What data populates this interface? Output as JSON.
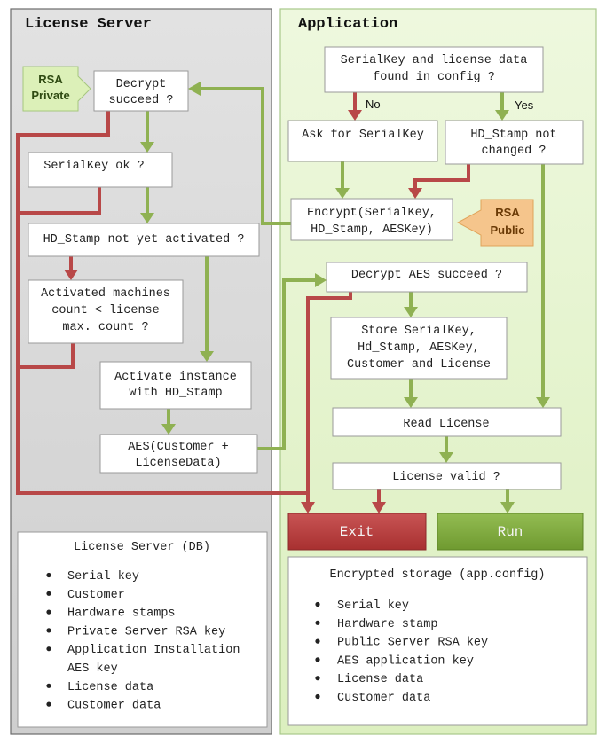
{
  "panels": {
    "server_title": "License Server",
    "app_title": "Application"
  },
  "keys": {
    "rsa_private": [
      "RSA",
      "Private"
    ],
    "rsa_public": [
      "RSA",
      "Public"
    ]
  },
  "nodes": {
    "decrypt_succeed": [
      "Decrypt",
      "succeed ?"
    ],
    "serialkey_ok": [
      "SerialKey ok ?"
    ],
    "hd_not_activated": [
      "HD_Stamp not yet activated ?"
    ],
    "activated_count": [
      "Activated machines",
      "count < license",
      "max. count ?"
    ],
    "activate_instance": [
      "Activate instance",
      "with HD_Stamp"
    ],
    "aes_customer": [
      "AES(Customer +",
      "LicenseData)"
    ],
    "found_in_config": [
      "SerialKey and license data",
      "found in config ?"
    ],
    "ask_serialkey": [
      "Ask for SerialKey"
    ],
    "hd_not_changed": [
      "HD_Stamp not",
      "changed ?"
    ],
    "encrypt": [
      "Encrypt(SerialKey,",
      "HD_Stamp, AESKey)"
    ],
    "decrypt_aes": [
      "Decrypt AES succeed ?"
    ],
    "store": [
      "Store SerialKey,",
      "Hd_Stamp, AESKey,",
      "Customer and License"
    ],
    "read_license": [
      "Read License"
    ],
    "license_valid": [
      "License valid ?"
    ]
  },
  "edge_labels": {
    "no": "No",
    "yes": "Yes"
  },
  "buttons": {
    "exit": "Exit",
    "run": "Run"
  },
  "server_db": {
    "title": "License Server (DB)",
    "items": [
      [
        "Serial key"
      ],
      [
        "Customer"
      ],
      [
        "Hardware stamps"
      ],
      [
        "Private Server RSA key"
      ],
      [
        "Application Installation",
        "AES key"
      ],
      [
        "License data"
      ],
      [
        "Customer data"
      ]
    ]
  },
  "app_storage": {
    "title": "Encrypted storage (app.config)",
    "items": [
      [
        "Serial key"
      ],
      [
        "Hardware stamp"
      ],
      [
        "Public Server RSA key"
      ],
      [
        "AES application key"
      ],
      [
        "License data"
      ],
      [
        "Customer data"
      ]
    ]
  },
  "colors": {
    "server_bg": "#dadada",
    "app_bg": "#e6f4cf",
    "green_arrow": "#8fb152",
    "red_arrow": "#b84848",
    "private_key": "#dcf0b8",
    "public_key": "#f5c58c",
    "exit_button": "#b63c3c",
    "run_button": "#7fa83e"
  }
}
